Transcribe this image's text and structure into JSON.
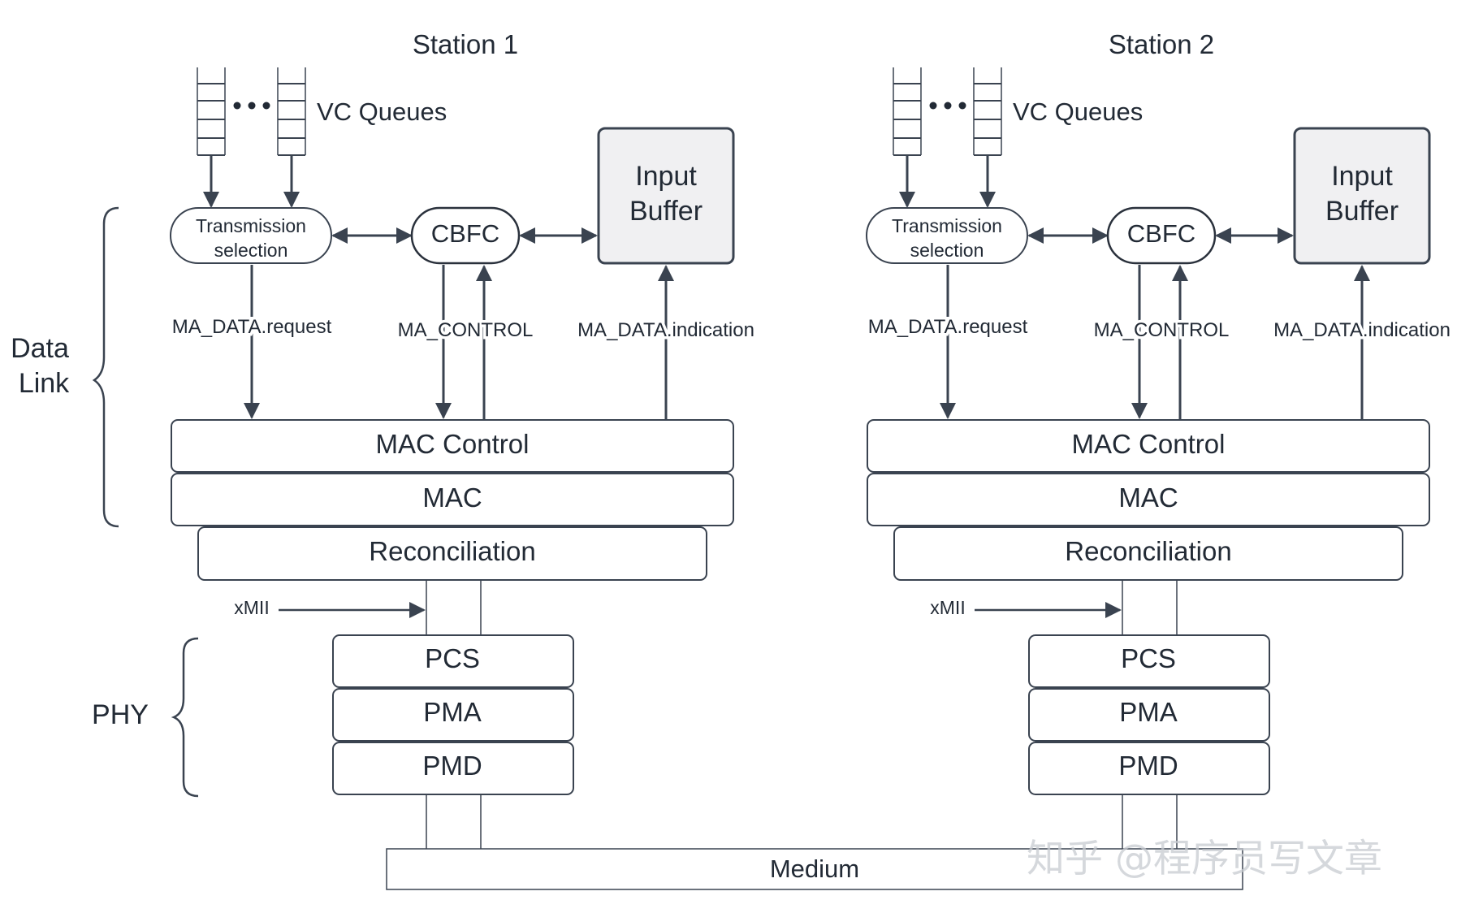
{
  "stations": [
    {
      "title": "Station 1",
      "vc_queues_label": "VC Queues",
      "transmission_selection_line1": "Transmission",
      "transmission_selection_line2": "selection",
      "cbfc_label": "CBFC",
      "input_buffer_line1": "Input",
      "input_buffer_line2": "Buffer",
      "ma_data_request_label": "MA_DATA.request",
      "ma_control_label": "MA_CONTROL",
      "ma_data_indication_label": "MA_DATA.indication",
      "mac_control_label": "MAC Control",
      "mac_label": "MAC",
      "reconciliation_label": "Reconciliation",
      "xmii_label": "xMII",
      "pcs_label": "PCS",
      "pma_label": "PMA",
      "pmd_label": "PMD"
    },
    {
      "title": "Station 2",
      "vc_queues_label": "VC Queues",
      "transmission_selection_line1": "Transmission",
      "transmission_selection_line2": "selection",
      "cbfc_label": "CBFC",
      "input_buffer_line1": "Input",
      "input_buffer_line2": "Buffer",
      "ma_data_request_label": "MA_DATA.request",
      "ma_control_label": "MA_CONTROL",
      "ma_data_indication_label": "MA_DATA.indication",
      "mac_control_label": "MAC Control",
      "mac_label": "MAC",
      "reconciliation_label": "Reconciliation",
      "xmii_label": "xMII",
      "pcs_label": "PCS",
      "pma_label": "PMA",
      "pmd_label": "PMD"
    }
  ],
  "layers": {
    "data_link_line1": "Data",
    "data_link_line2": "Link",
    "phy": "PHY"
  },
  "medium_label": "Medium",
  "watermark": "知乎 @程序员写文章",
  "colors": {
    "stroke": "#3a4350",
    "input_buffer_fill": "#f0f0f2",
    "text": "#222a35"
  }
}
